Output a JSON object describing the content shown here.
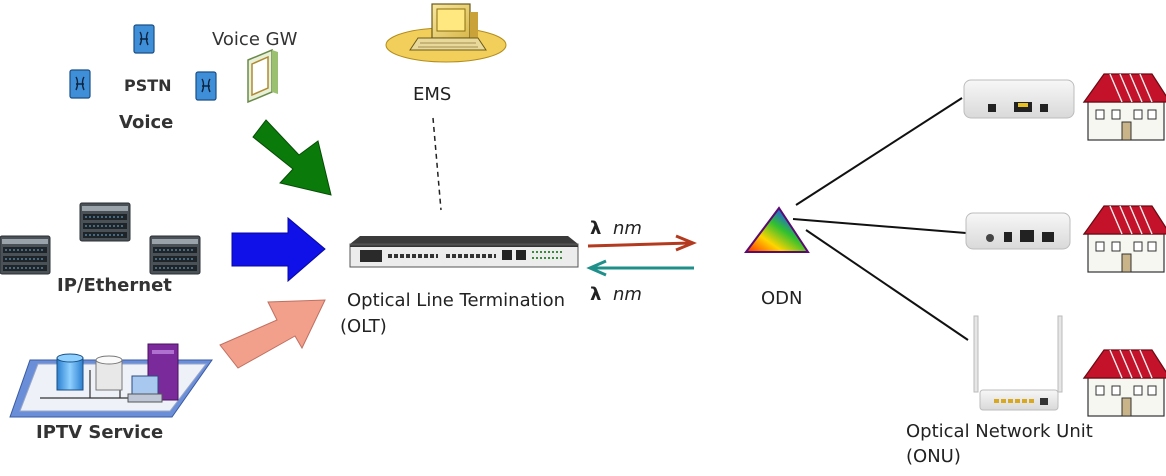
{
  "voice": {
    "gateway_label": "Voice GW",
    "pstn_label": "PSTN",
    "group_label": "Voice"
  },
  "ems": {
    "label": "EMS"
  },
  "ip": {
    "label": "IP/Ethernet"
  },
  "iptv": {
    "label": "IPTV Service"
  },
  "olt": {
    "label_line1": "Optical Line Termination",
    "label_line2": "(OLT)"
  },
  "link": {
    "downstream_lambda": "λ",
    "downstream_unit": "nm",
    "upstream_lambda": "λ",
    "upstream_unit": "nm"
  },
  "odn": {
    "label": "ODN"
  },
  "onu": {
    "label_line1": "Optical Network Unit",
    "label_line2": "(ONU)"
  },
  "colors": {
    "voice_arrow": "#0a7a0a",
    "ip_arrow": "#1010e8",
    "iptv_arrow": "#f2a08c",
    "downstream_arrow": "#b3391f",
    "upstream_arrow": "#1f8f8a",
    "house_roof": "#c4122a"
  }
}
